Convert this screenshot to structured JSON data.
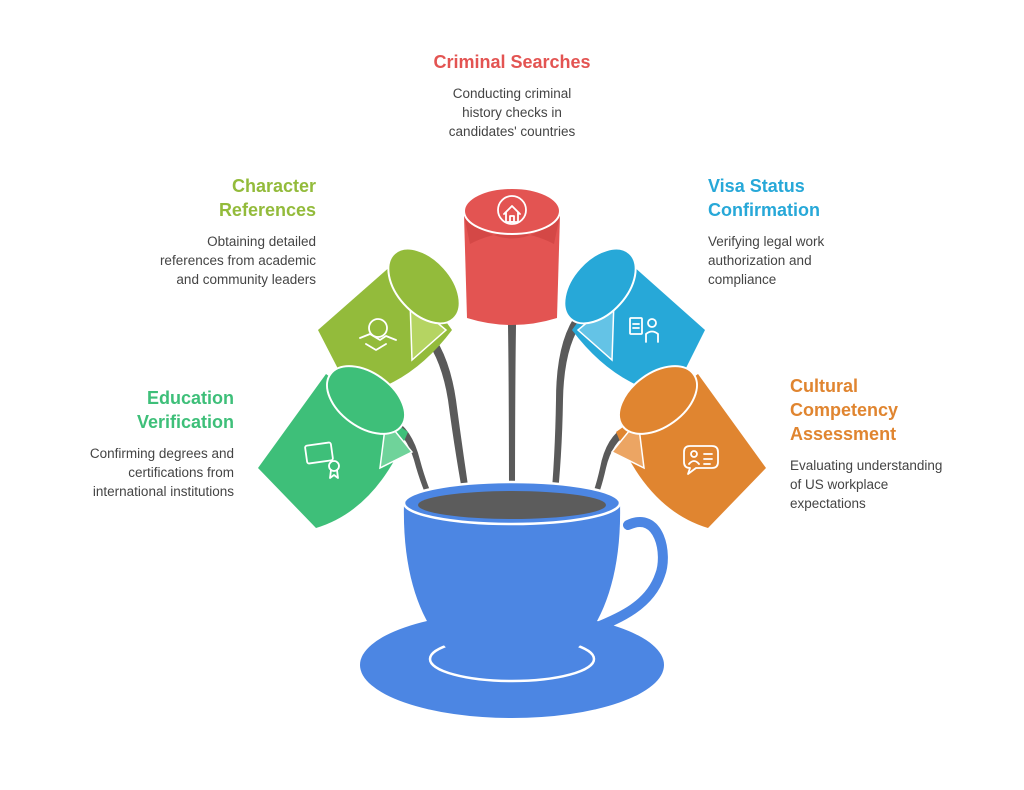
{
  "colors": {
    "criminal": "#e35452",
    "character": "#93bb3b",
    "visa": "#27a8d8",
    "education": "#3ebf79",
    "cultural": "#e08530",
    "cup": "#4c86e3",
    "liquid": "#5a5a5a"
  },
  "items": {
    "criminal": {
      "title": [
        "Criminal Searches"
      ],
      "desc": [
        "Conducting criminal",
        "history checks in",
        "candidates' countries"
      ],
      "icon": "globe-house-icon"
    },
    "character": {
      "title": [
        "Character",
        "References"
      ],
      "desc": [
        "Obtaining detailed",
        "references from academic",
        "and community leaders"
      ],
      "icon": "globe-handshake-icon"
    },
    "visa": {
      "title": [
        "Visa Status",
        "Confirmation"
      ],
      "desc": [
        "Verifying legal work",
        "authorization and",
        "compliance"
      ],
      "icon": "passport-officer-icon"
    },
    "education": {
      "title": [
        "Education",
        "Verification"
      ],
      "desc": [
        "Confirming degrees and",
        "certifications from",
        "international institutions"
      ],
      "icon": "certificate-icon"
    },
    "cultural": {
      "title": [
        "Cultural",
        "Competency",
        "Assessment"
      ],
      "desc": [
        "Evaluating understanding",
        "of US workplace",
        "expectations"
      ],
      "icon": "profile-chat-icon"
    }
  }
}
